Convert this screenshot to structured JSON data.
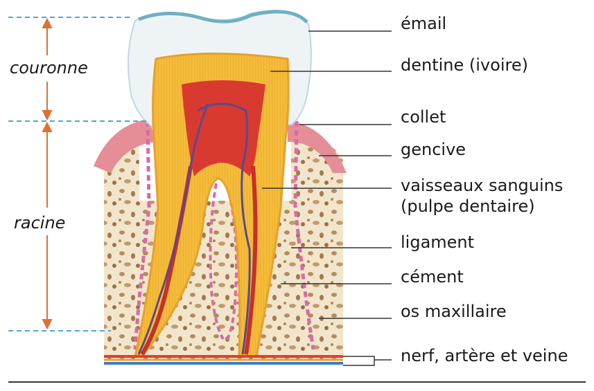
{
  "labels": {
    "email": "émail",
    "dentine": "dentine (ivoire)",
    "collet": "collet",
    "gencive": "gencive",
    "vaisseaux_1": "vaisseaux sanguins",
    "vaisseaux_2": "(pulpe dentaire)",
    "ligament": "ligament",
    "cement": "cément",
    "os": "os maxillaire",
    "nerf": "nerf, artère et veine"
  },
  "regions": {
    "couronne": "couronne",
    "racine": "racine"
  },
  "colors": {
    "enamel": "#eef4f6",
    "enamel_edge": "#7fb7c4",
    "dentine": "#f3b735",
    "dentine_light": "#f7d06b",
    "pulp": "#d8302a",
    "gum": "#e28b96",
    "bone": "#efe3c8",
    "bone_spots": "#b58a5f",
    "ligament": "#d86aa8",
    "nerve_red": "#e0402e",
    "nerve_blue": "#3a7fc8",
    "dim_arrow": "#e07030",
    "dash": "#4aa8d0"
  }
}
